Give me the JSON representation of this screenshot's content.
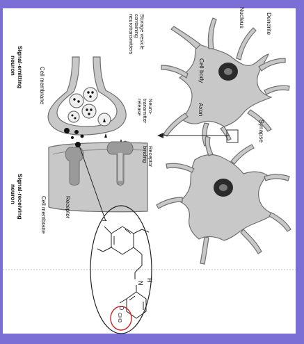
{
  "colors": {
    "frame": "#7b6fd6",
    "cell_fill": "#c8c8c8",
    "cell_stroke": "#6f6f6f",
    "nucleus": "#2b2b2b",
    "highlight_ring": "#cc2222",
    "ink": "#111111"
  },
  "labels": {
    "dendrite": "Dendrite",
    "nucleus": "Nucleus",
    "cell_body": "Cell body",
    "axon": "Axon",
    "synapse": "Synapse",
    "storage_vesicle": [
      "Storage vesicle",
      "containing",
      "neurotransmitters"
    ],
    "neurotransmitter_release": [
      "Neuro-",
      "transmitter",
      "release"
    ],
    "receptor_binding": [
      "Receptor",
      "binding"
    ],
    "cell_membrane_left": "Cell membrane",
    "cell_membrane_right": "Cell membrane",
    "receptor": "Receptor",
    "signal_emitting": [
      "Signal-emitting",
      "neuron"
    ],
    "signal_receiving": [
      "Signal-receiving",
      "neuron"
    ]
  },
  "molecule": {
    "halogen": "I",
    "nh": "N",
    "h": "H",
    "methoxy_o": "O",
    "methoxy_ch3": "CH3"
  }
}
